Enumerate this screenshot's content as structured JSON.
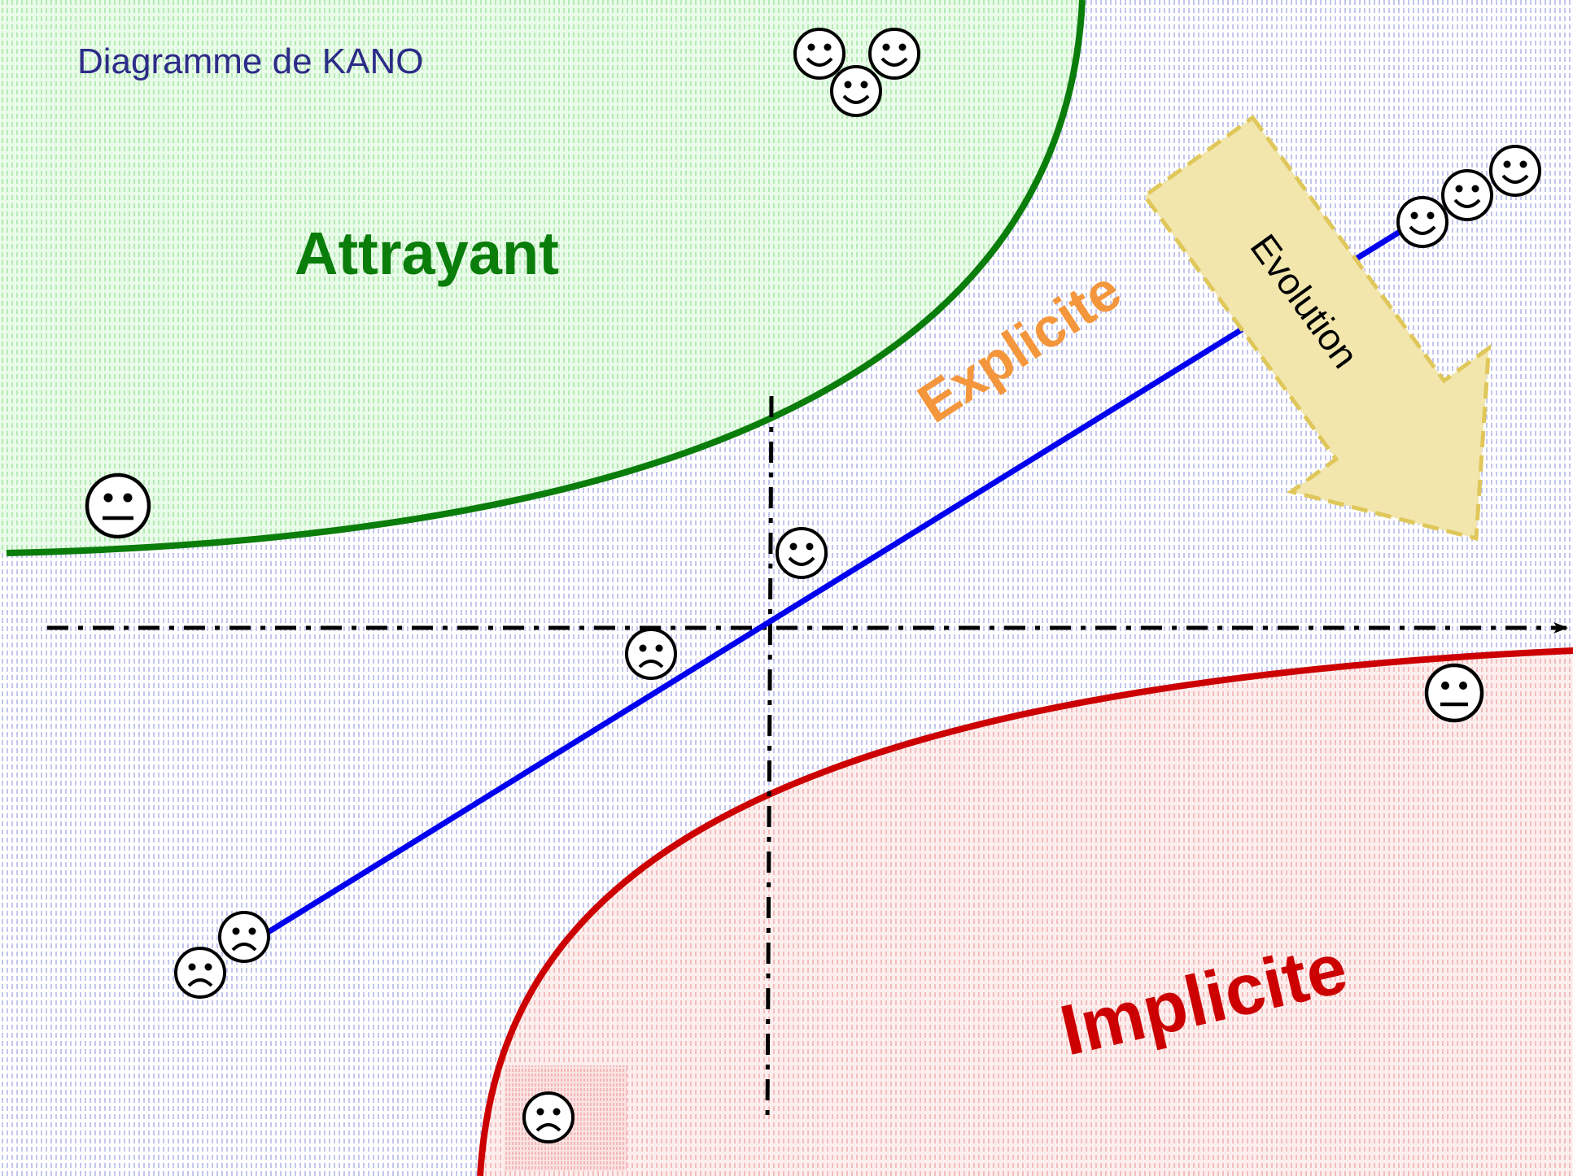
{
  "title": "Diagramme de KANO",
  "labels": {
    "attractive": "Attrayant",
    "explicit": "Explicite",
    "implicit": "Implicite",
    "evolution": "Evolution"
  },
  "colors": {
    "background_hatch": "#a9aee6",
    "attractive": "#0a7d0a",
    "attractive_fill": "#c6f2c6",
    "explicit_line": "#0000ee",
    "explicit_label": "#f4963c",
    "implicit": "#cc0000",
    "implicit_fill": "#f7c6c6",
    "evolution_arrow": "#f2e6ad",
    "evolution_border": "#e0c75a",
    "title": "#2c2c88"
  },
  "icons": {
    "happy": "☺",
    "sad": "☹",
    "neutral": "neutral-face"
  }
}
